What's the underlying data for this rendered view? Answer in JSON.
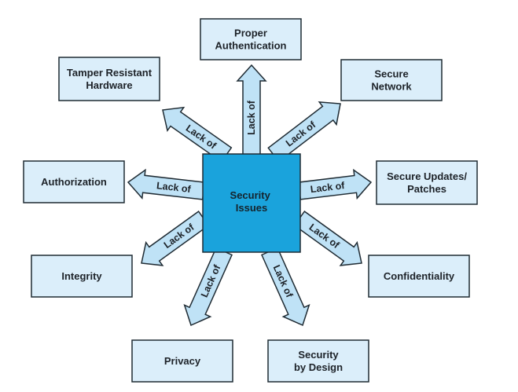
{
  "center": {
    "lines": [
      "Security",
      "Issues"
    ]
  },
  "arrow_label": "Lack of",
  "nodes": [
    {
      "id": "proper-authentication",
      "lines": [
        "Proper",
        "Authentication"
      ]
    },
    {
      "id": "secure-network",
      "lines": [
        "Secure",
        "Network"
      ]
    },
    {
      "id": "secure-updates-patches",
      "lines": [
        "Secure Updates/",
        "Patches"
      ]
    },
    {
      "id": "confidentiality",
      "lines": [
        "Confidentiality"
      ]
    },
    {
      "id": "security-by-design",
      "lines": [
        "Security",
        "by Design"
      ]
    },
    {
      "id": "privacy",
      "lines": [
        "Privacy"
      ]
    },
    {
      "id": "integrity",
      "lines": [
        "Integrity"
      ]
    },
    {
      "id": "authorization",
      "lines": [
        "Authorization"
      ]
    },
    {
      "id": "tamper-resistant-hardware",
      "lines": [
        "Tamper Resistant",
        "Hardware"
      ]
    }
  ],
  "colors": {
    "center_fill": "#1aa3dc",
    "box_fill": "#dbeefa",
    "arrow_fill": "#bfe2f6",
    "outline": "#1f2b33"
  }
}
